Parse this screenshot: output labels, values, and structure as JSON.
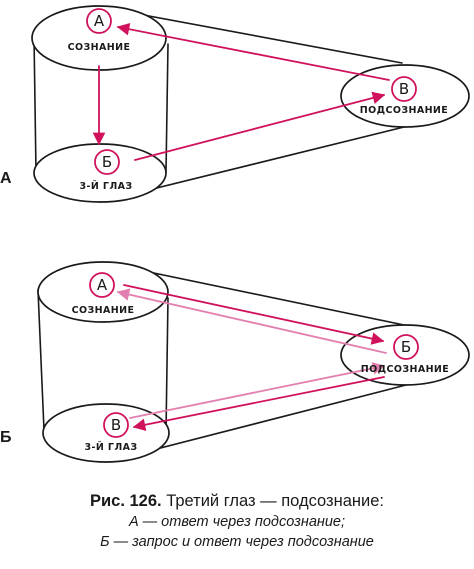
{
  "diagram_a": {
    "panel_label": "А",
    "node_top": {
      "letter": "А",
      "label": "СОЗНАНИЕ"
    },
    "node_bottom": {
      "letter": "Б",
      "label": "3-Й ГЛАЗ"
    },
    "node_right": {
      "letter": "В",
      "label": "ПОДСОЗНАНИЕ"
    }
  },
  "diagram_b": {
    "panel_label": "Б",
    "node_top": {
      "letter": "А",
      "label": "СОЗНАНИЕ"
    },
    "node_bottom": {
      "letter": "В",
      "label": "3-Й ГЛАЗ"
    },
    "node_right": {
      "letter": "Б",
      "label": "ПОДСОЗНАНИЕ"
    }
  },
  "caption": {
    "number": "Рис. 126.",
    "title": "Третий глаз — подсознание:",
    "line_a": "А — ответ через подсознание;",
    "line_b": "Б — запрос и ответ через подсознание"
  },
  "colors": {
    "arrow": "#d0125d",
    "arrow_light": "#e37fb0",
    "ink": "#1a1a1a"
  }
}
